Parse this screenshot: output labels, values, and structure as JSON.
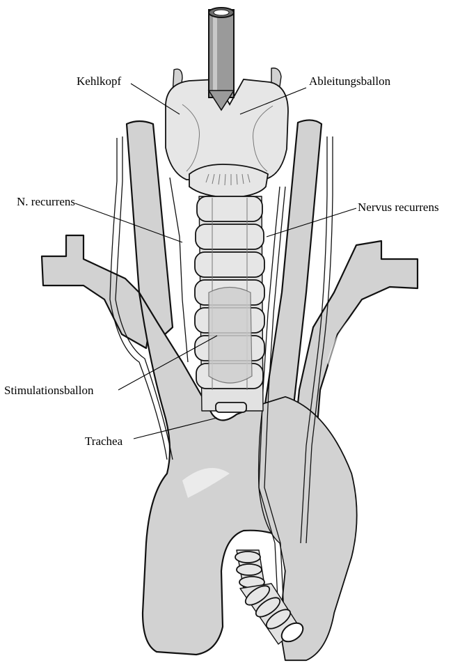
{
  "colors": {
    "organ": "#d2d2d2",
    "organ_light": "#e6e6e6",
    "tube": "#9a9a9a",
    "background": "#ffffff"
  },
  "labels": {
    "kehlkopf": "Kehlkopf",
    "ableitungsballon": "Ableitungsballon",
    "n_recurrens": "N. recurrens",
    "nervus_recurrens": "Nervus recurrens",
    "stimulationsballon": "Stimulationsballon",
    "trachea": "Trachea"
  }
}
